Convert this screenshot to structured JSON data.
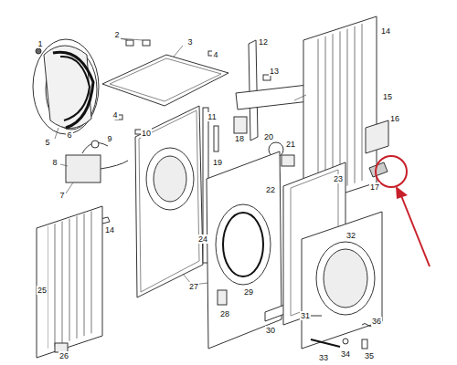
{
  "diagram": {
    "labels": [
      "1",
      "2",
      "3",
      "4",
      "5",
      "6",
      "4",
      "10",
      "9",
      "8",
      "7",
      "11",
      "12",
      "13",
      "14",
      "15",
      "16",
      "17",
      "18",
      "19",
      "20",
      "21",
      "22",
      "23",
      "24",
      "14",
      "25",
      "26",
      "27",
      "28",
      "29",
      "30",
      "31",
      "32",
      "33",
      "34",
      "35",
      "36"
    ]
  }
}
